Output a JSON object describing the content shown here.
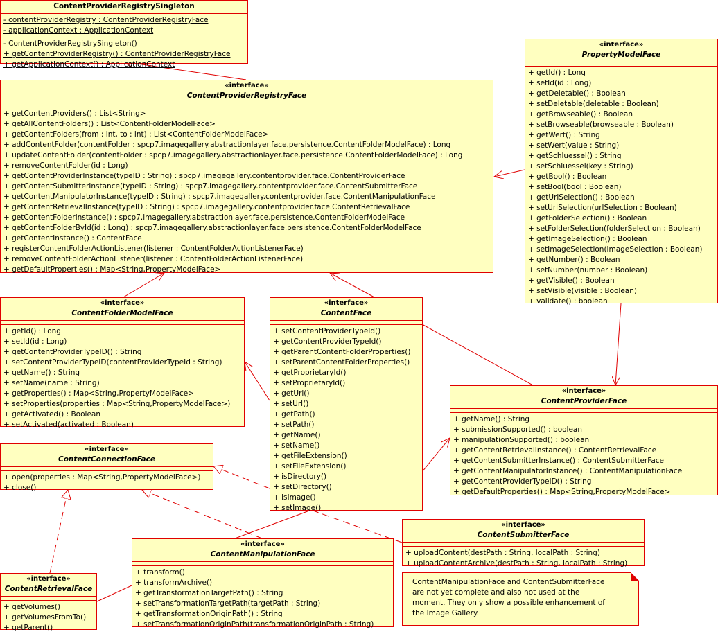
{
  "classes": {
    "singleton": {
      "stereotype": "",
      "name": "ContentProviderRegistrySingleton",
      "attributes": [
        "- contentProviderRegistry : ContentProviderRegistryFace",
        "- applicationContext : ApplicationContext"
      ],
      "operations": [
        "- ContentProviderRegistrySingleton()",
        "+ getContentProviderRegistry() : ContentProviderRegistryFace",
        "+ getApplicationContext() : ApplicationContext"
      ]
    },
    "registry": {
      "stereotype": "«interface»",
      "name": "ContentProviderRegistryFace",
      "operations": [
        "+ getContentProviders() : List<String>",
        "+ getAllContentFolders() : List<ContentFolderModelFace>",
        "+ getContentFolders(from : int, to : int) : List<ContentFolderModelFace>",
        "+ addContentFolder(contentFolder : spcp7.imagegallery.abstractionlayer.face.persistence.ContentFolderModelFace) : Long",
        "+ updateContentFolder(contentFolder : spcp7.imagegallery.abstractionlayer.face.persistence.ContentFolderModelFace) : Long",
        "+ removeContentFolder(id : Long)",
        "+ getContentProviderInstance(typeID : String) : spcp7.imagegallery.contentprovider.face.ContentProviderFace",
        "+ getContentSubmitterInstance(typeID : String) : spcp7.imagegallery.contentprovider.face.ContentSubmitterFace",
        "+ getContentManipulatorInstance(typeID : String) : spcp7.imagegallery.contentprovider.face.ContentManipulationFace",
        "+ getContentRetrievalInstance(typeID : String) : spcp7.imagegallery.contentprovider.face.ContentRetrievalFace",
        "+ getContentFolderInstance() : spcp7.imagegallery.abstractionlayer.face.persistence.ContentFolderModelFace",
        "+ getContentFolderById(id : Long) : spcp7.imagegallery.abstractionlayer.face.persistence.ContentFolderModelFace",
        "+ getContentInstance() : ContentFace",
        "+ registerContentFolderActionListener(listener : ContentFolderActionListenerFace)",
        "+ removeContentFolderActionListener(listener : ContentFolderActionListenerFace)",
        "+ getDefaultProperties() : Map<String,PropertyModelFace>"
      ]
    },
    "property": {
      "stereotype": "«interface»",
      "name": "PropertyModelFace",
      "operations": [
        "+ getId() : Long",
        "+ setId(id : Long)",
        "+ getDeletable() : Boolean",
        "+ setDeletable(deletable : Boolean)",
        "+ getBrowseable() : Boolean",
        "+ setBrowseable(browseable : Boolean)",
        "+ getWert() : String",
        "+ setWert(value : String)",
        "+ getSchluessel() : String",
        "+ setSchluessel(key : String)",
        "+ getBool() : Boolean",
        "+ setBool(bool : Boolean)",
        "+ getUrlSelection() : Boolean",
        "+ setUrlSelection(urlSelection : Boolean)",
        "+ getFolderSelection() : Boolean",
        "+ setFolderSelection(folderSelection : Boolean)",
        "+ getImageSelection() : Boolean",
        "+ setImageSelection(imageSelection : Boolean)",
        "+ getNumber() : Boolean",
        "+ setNumber(number : Boolean)",
        "+ getVisible() : Boolean",
        "+ setVisible(visible : Boolean)",
        "+ validate() : boolean"
      ]
    },
    "folder": {
      "stereotype": "«interface»",
      "name": "ContentFolderModelFace",
      "operations": [
        "+ getId() : Long",
        "+ setId(id : Long)",
        "+ getContentProviderTypeID() : String",
        "+ setContentProviderTypeID(contentProviderTypeId : String)",
        "+ getName() : String",
        "+ setName(name : String)",
        "+ getProperties() : Map<String,PropertyModelFace>",
        "+ setProperties(properties : Map<String,PropertyModelFace>)",
        "+ getActivated() : Boolean",
        "+ setActivated(activated : Boolean)"
      ]
    },
    "content": {
      "stereotype": "«interface»",
      "name": "ContentFace",
      "operations": [
        "+ setContentProviderTypeId()",
        "+ getContentProviderTypeId()",
        "+ getParentContentFolderProperties()",
        "+ setParentContentFolderProperties()",
        "+ getProprietaryId()",
        "+ setProprietaryId()",
        "+ getUrl()",
        "+ setUrl()",
        "+ getPath()",
        "+ setPath()",
        "+ getName()",
        "+ setName()",
        "+ getFileExtension()",
        "+ setFileExtension()",
        "+ isDirectory()",
        "+ setDirectory()",
        "+ isImage()",
        "+ setImage()"
      ]
    },
    "provider": {
      "stereotype": "«interface»",
      "name": "ContentProviderFace",
      "operations": [
        "+ getName() : String",
        "+ submissionSupported() : boolean",
        "+ manipulationSupported() : boolean",
        "+ getContentRetrievalInstance() : ContentRetrievalFace",
        "+ getContentSubmitterInstance() : ContentSubmitterFace",
        "+ getContentManipulatorInstance() : ContentManipulationFace",
        "+ getContentProviderTypeID() : String",
        "+ getDefaultProperties() : Map<String,PropertyModelFace>"
      ]
    },
    "connection": {
      "stereotype": "«interface»",
      "name": "ContentConnectionFace",
      "operations": [
        "+ open(properties : Map<String,PropertyModelFace>)",
        "+ close()"
      ]
    },
    "submitter": {
      "stereotype": "«interface»",
      "name": "ContentSubmitterFace",
      "operations": [
        "+ uploadContent(destPath : String, localPath : String)",
        "+ uploadContentArchive(destPath : String, localPath : String)"
      ]
    },
    "manipulation": {
      "stereotype": "«interface»",
      "name": "ContentManipulationFace",
      "operations": [
        "+ transform()",
        "+ transformArchive()",
        "+ getTransformationTargetPath() : String",
        "+ setTransformationTargetPath(targetPath : String)",
        "+ getTransformationOriginPath() : String",
        "+ setTransformationOriginPath(transformationOriginPath : String)"
      ]
    },
    "retrieval": {
      "stereotype": "«interface»",
      "name": "ContentRetrievalFace",
      "operations": [
        "+ getVolumes()",
        "+ getVolumesFromTo()",
        "+ getParent()"
      ]
    }
  },
  "note": {
    "lines": [
      "ContentManipulationFace and ContentSubmitterFace",
      "are not yet complete and also not used at the",
      "moment. They only show a possible enhancement of",
      "the Image Gallery."
    ]
  },
  "colors": {
    "line": "#e00000",
    "fill": "#ffffc0"
  }
}
